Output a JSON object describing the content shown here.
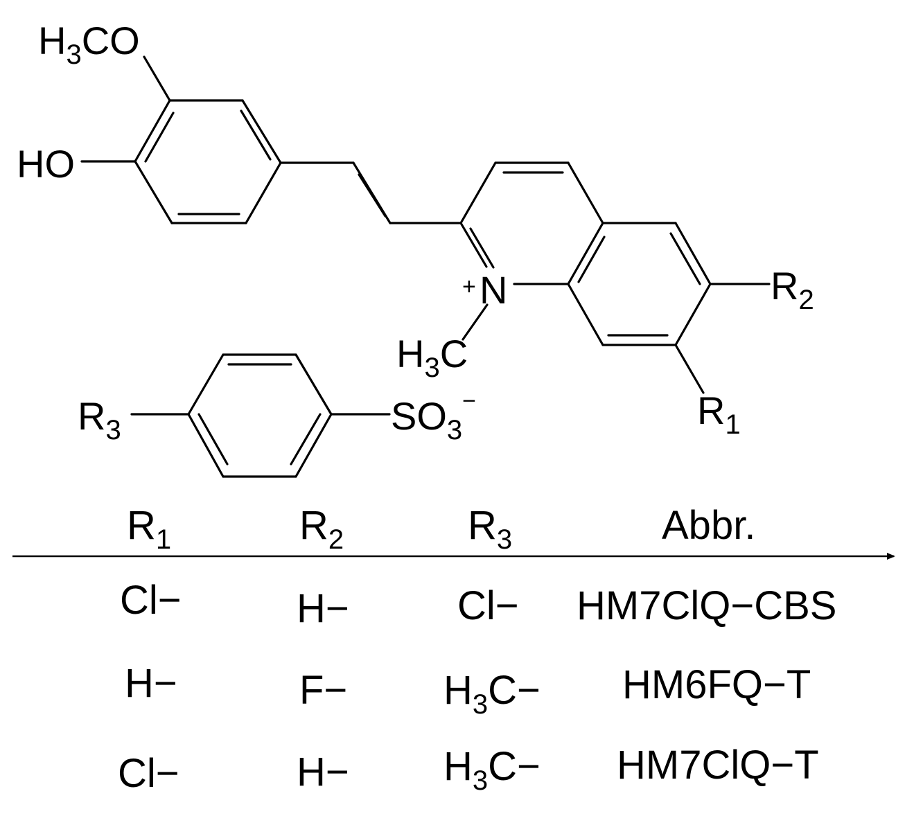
{
  "molecule": {
    "labels": {
      "methoxy": "H₃CO",
      "hydroxy": "HO",
      "nitrogen": "N",
      "n_charge": "+",
      "n_methyl": "H₃C",
      "r1": "R₁",
      "r2": "R₂"
    }
  },
  "anion": {
    "labels": {
      "r3": "R₃",
      "sulfonate": "SO₃",
      "charge": "−"
    }
  },
  "table": {
    "headers": [
      "R₁",
      "R₂",
      "R₃",
      "Abbr."
    ],
    "rows": [
      [
        "Cl−",
        "H−",
        "Cl−",
        "HM7ClQ−CBS"
      ],
      [
        "H−",
        "F−",
        "H₃C−",
        "HM6FQ−T"
      ],
      [
        "Cl−",
        "H−",
        "H₃C−",
        "HM7ClQ−T"
      ]
    ]
  }
}
